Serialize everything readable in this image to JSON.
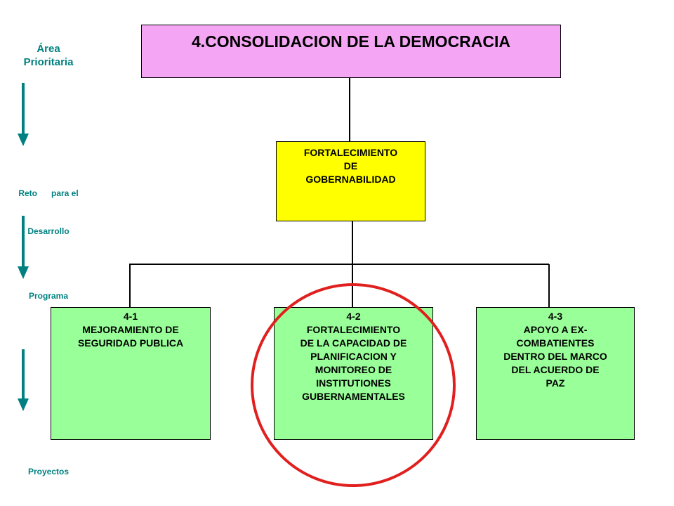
{
  "labels": {
    "area": [
      "Área",
      "Prioritaria"
    ],
    "reto": [
      "Reto      para el",
      "Desarrollo"
    ],
    "programa": "Programa",
    "proyectos": "Proyectos"
  },
  "top_box": {
    "title": "4.CONSOLIDACION DE LA DEMOCRACIA",
    "color": "#F4A6F4"
  },
  "middle_box": {
    "lines": [
      "FORTALECIMIENTO",
      "DE",
      "GOBERNABILIDAD"
    ],
    "color": "#FFFF00"
  },
  "programs": [
    {
      "code": "4-1",
      "lines": [
        "MEJORAMIENTO DE",
        "SEGURIDAD PUBLICA"
      ]
    },
    {
      "code": "4-2",
      "lines": [
        "FORTALECIMIENTO",
        "DE LA CAPACIDAD DE",
        "PLANIFICACION Y",
        "MONITOREO DE",
        "INSTITUTIONES",
        "GUBERNAMENTALES"
      ]
    },
    {
      "code": "4-3",
      "lines": [
        "APOYO A EX-",
        "COMBATIENTES",
        "DENTRO DEL MARCO",
        "DEL ACUERDO DE",
        "PAZ"
      ]
    }
  ],
  "colors": {
    "program_box": "#99FF99",
    "arrow": "#008080",
    "highlight_circle": "#E0201E"
  }
}
